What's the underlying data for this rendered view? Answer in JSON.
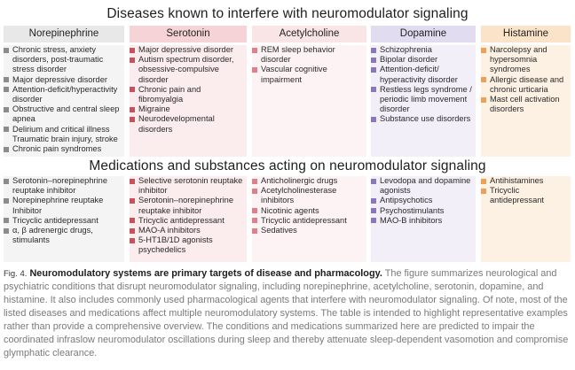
{
  "titles": {
    "diseases": "Diseases known to interfere with neuromodulator signaling",
    "medications": "Medications and substances acting on neuromodulator signaling"
  },
  "colors": {
    "norepinephrine": {
      "header": "#e8e8e8",
      "body": "#f4f4f4",
      "bullet": "#8c8c8c",
      "line": "#bdbdbd"
    },
    "serotonin": {
      "header": "#f5d3d6",
      "body": "#fbeced",
      "bullet": "#c4535d",
      "line": "#e6a9ae"
    },
    "acetylcholine": {
      "header": "#f9e4e6",
      "body": "#fdf3f4",
      "bullet": "#e07f8a",
      "line": "#f0bcc2"
    },
    "dopamine": {
      "header": "#e2dcf0",
      "body": "#f2eff8",
      "bullet": "#8a76b8",
      "line": "#c4b9df"
    },
    "histamine": {
      "header": "#fbe3c9",
      "body": "#fdf1e3",
      "bullet": "#eda058",
      "line": "#f5c896"
    }
  },
  "columns": [
    {
      "key": "norepinephrine",
      "header": "Norepinephrine"
    },
    {
      "key": "serotonin",
      "header": "Serotonin"
    },
    {
      "key": "acetylcholine",
      "header": "Acetylcholine"
    },
    {
      "key": "dopamine",
      "header": "Dopamine"
    },
    {
      "key": "histamine",
      "header": "Histamine"
    }
  ],
  "diseases": {
    "norepinephrine": [
      "Chronic stress, anxiety disorders, post-traumatic stress disorder",
      "Major depressive disorder",
      "Attention-deficit/hyperactivity disorder",
      "Obstructive and central sleep apnea",
      "Delirium and critical illness Traumatic brain injury, stroke",
      "Chronic pain syndromes"
    ],
    "serotonin": [
      "Major depressive disorder",
      "Autism spectrum disorder, obsessive-compulsive disorder",
      "Chronic pain and fibromyalgia",
      "Migraine",
      "Neurodevelopmental disorders"
    ],
    "acetylcholine": [
      "REM sleep behavior disorder",
      "Vascular cognitive impairment"
    ],
    "dopamine": [
      "Schizophrenia",
      "Bipolar disorder",
      "Attention-deficit/ hyperactivity disorder",
      "Restless legs syndrome / periodic limb movement disorder",
      "Substance use disorders"
    ],
    "histamine": [
      "Narcolepsy and hypersomnia syndromes",
      "Allergic disease and chronic urticaria",
      "Mast cell activation disorders"
    ]
  },
  "medications": {
    "norepinephrine": [
      "Serotonin–norepinephrine reuptake inhibitor",
      "Norepinephrine reuptake Inhibitor",
      "Tricyclic antidepressant",
      "α, β adrenergic drugs, stimulants"
    ],
    "serotonin": [
      "Selective serotonin reuptake inhibitor",
      "Serotonin–norepinephrine reuptake inhibitor",
      "Tricyclic antidepressant",
      "MAO-A inhibitors",
      "5-HT1B/1D agonists psychedelics"
    ],
    "acetylcholine": [
      "Anticholinergic drugs",
      "Acetylcholinesterase inhibitors",
      "Nicotinic agents",
      "Tricyclic antidepressant",
      "Sedatives"
    ],
    "dopamine": [
      "Levodopa and dopamine agonists",
      "Antipsychotics",
      "Psychostimulants",
      "MAO-B inhibitors"
    ],
    "histamine": [
      "Antihistamines",
      "Tricyclic antidepressant"
    ]
  },
  "caption": {
    "label": "Fig. 4.",
    "title": "Neuromodulatory systems are primary targets of disease and pharmacology.",
    "body": "The figure summarizes neurological and psychiatric conditions that disrupt neuromodulator signaling, including norepinephrine, acetylcholine, serotonin, dopamine, and histamine. It also includes commonly used pharmacological agents that interfere with neuromodulator signaling. Of note, most of the listed diseases and medications affect multiple neuromodulatory systems. The table is intended to highlight representative examples rather than provide a comprehensive overview. The conditions and medications summarized here are predicted to impair the coordinated infraslow neuromodulator oscillations during sleep and thereby attenuate sleep-dependent vasomotion and compromise glymphatic clearance."
  }
}
